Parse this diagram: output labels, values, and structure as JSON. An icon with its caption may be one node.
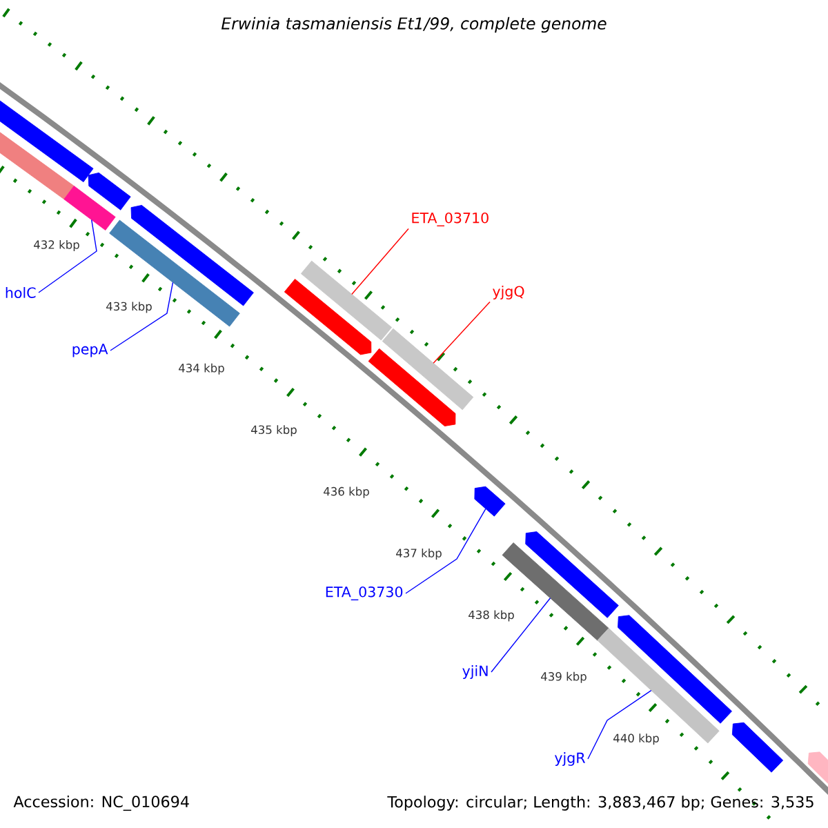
{
  "diagram": {
    "title": "Erwinia tasmaniensis Et1/99, complete genome",
    "nodes": [
      {
        "text": [
          "holC"
        ]
      },
      {
        "text": [
          "pepA"
        ]
      },
      {
        "text": [
          "ETA_03710"
        ]
      },
      {
        "text": [
          "yjgQ"
        ]
      },
      {
        "text": [
          "ETA_03730"
        ]
      },
      {
        "text": [
          "yjiN"
        ]
      },
      {
        "text": [
          "yjgR"
        ]
      },
      {
        "text": [],
        "shape": "bar"
      },
      {
        "text": [],
        "shape": "bar"
      },
      {
        "text": [],
        "shape": "bar"
      },
      {
        "text": [],
        "shape": "bar"
      },
      {
        "text": [],
        "shape": "arrow"
      },
      {
        "text": [],
        "shape": "bar"
      },
      {
        "text": [],
        "shape": "bar"
      },
      {
        "text": [],
        "shape": "bar"
      },
      {
        "text": [],
        "shape": "arrow"
      },
      {
        "text": [],
        "shape": "arrow"
      },
      {
        "text": [],
        "shape": "arrow"
      },
      {
        "text": [],
        "shape": "arrow"
      },
      {
        "text": [],
        "shape": "arrow"
      },
      {
        "text": [],
        "shape": "bar"
      },
      {
        "text": [],
        "shape": "arrow"
      },
      {
        "text": [],
        "shape": "arrow"
      },
      {
        "text": [],
        "shape": "arrow"
      }
    ],
    "edges": [
      {
        "from": 0,
        "to": 7,
        "arrow": "none"
      },
      {
        "from": 1,
        "to": 8,
        "arrow": "none"
      },
      {
        "from": 2,
        "to": 9,
        "arrow": "none",
        "color": "#ff0000"
      },
      {
        "from": 3,
        "to": 10,
        "arrow": "none",
        "color": "#ff0000"
      },
      {
        "from": 4,
        "to": 11,
        "arrow": "none"
      },
      {
        "from": 5,
        "to": 12,
        "arrow": "none"
      },
      {
        "from": 6,
        "to": 13,
        "arrow": "none"
      }
    ],
    "labels": [
      "432 kbp",
      "433 kbp",
      "434 kbp",
      "435 kbp",
      "436 kbp",
      "437 kbp",
      "438 kbp",
      "439 kbp",
      "440 kbp",
      "Accession: NC_010694",
      "Topology: circular; Length: 3,883,467 bp; Genes: 3,535"
    ]
  }
}
